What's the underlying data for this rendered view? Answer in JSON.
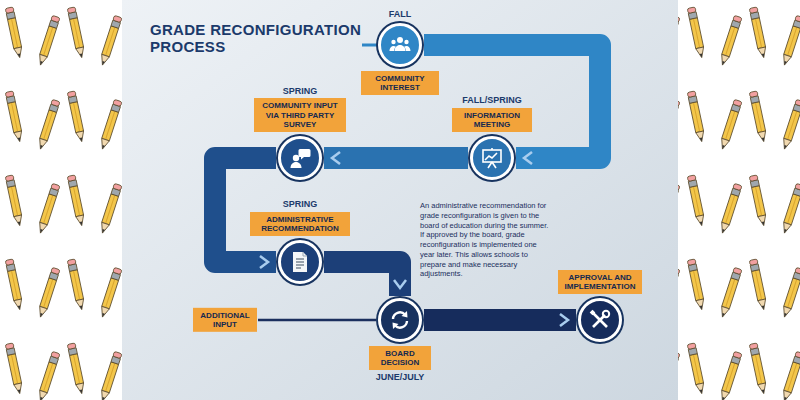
{
  "diagram": {
    "title": "GRADE RECONFIGURATION PROCESS",
    "nodes": [
      {
        "text": [
          "FALL",
          "COMMUNITY INTEREST"
        ]
      },
      {
        "text": [
          "FALL/SPRING",
          "INFORMATION MEETING"
        ]
      },
      {
        "text": [
          "SPRING",
          "COMMUNITY INPUT VIA THIRD PARTY SURVEY"
        ]
      },
      {
        "text": [
          "SPRING",
          "ADMINISTRATIVE RECOMMENDATION"
        ]
      },
      {
        "text": [
          "BOARD DECISION",
          "JUNE/JULY"
        ]
      },
      {
        "text": [
          "APPROVAL AND IMPLEMENTATION"
        ]
      },
      {
        "text": [
          "ADDITIONAL INPUT"
        ]
      }
    ],
    "edges": [
      {
        "from": 0,
        "to": 1,
        "arrow": "to"
      },
      {
        "from": 1,
        "to": 2,
        "arrow": "to"
      },
      {
        "from": 2,
        "to": 3,
        "arrow": "to"
      },
      {
        "from": 3,
        "to": 4,
        "arrow": "to"
      },
      {
        "from": 4,
        "to": 5,
        "arrow": "to"
      },
      {
        "from": 6,
        "to": 4,
        "arrow": "none"
      }
    ],
    "labels": [
      "An administrative recommendation for grade reconfiguration is given to the board of education during the summer. If approved by the board, grade reconfiguration is implemented one year later. This allows schools to prepare and make necessary adjustments."
    ]
  }
}
